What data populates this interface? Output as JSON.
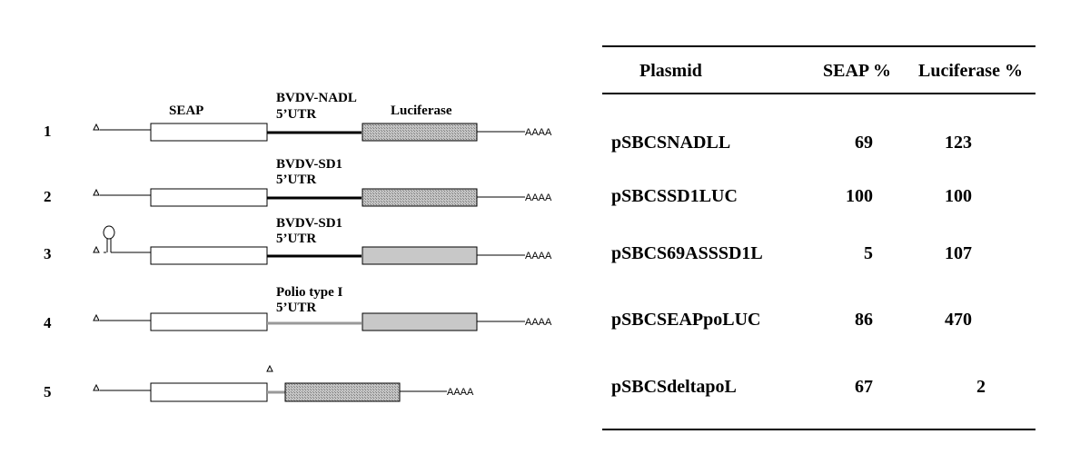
{
  "diagram": {
    "labels": {
      "seap": "SEAP",
      "luciferase": "Luciferase",
      "nadl_line1": "BVDV-NADL",
      "nadl_line2": "5’UTR",
      "sd1_line1": "BVDV-SD1",
      "sd1_line2": "5’UTR",
      "sd1b_line1": "BVDV-SD1",
      "sd1b_line2": "5’UTR",
      "polio_line1": "Polio type I",
      "polio_line2": "5’UTR"
    },
    "rows": [
      {
        "num": "1",
        "polyA": "AAAA"
      },
      {
        "num": "2",
        "polyA": "AAAA"
      },
      {
        "num": "3",
        "polyA": "AAAA"
      },
      {
        "num": "4",
        "polyA": "AAAA"
      },
      {
        "num": "5",
        "polyA": "AAAA"
      }
    ]
  },
  "table": {
    "headers": {
      "plasmid": "Plasmid",
      "seap": "SEAP %",
      "luciferase": "Luciferase %"
    },
    "rows": [
      {
        "plasmid": "pSBCSNADLL",
        "seap": "69",
        "luciferase": "123"
      },
      {
        "plasmid": "pSBCSSD1LUC",
        "seap": "100",
        "luciferase": "100"
      },
      {
        "plasmid": "pSBCS69ASSSD1L",
        "seap": "5",
        "luciferase": "107"
      },
      {
        "plasmid": "pSBCSEAPpoLUC",
        "seap": "86",
        "luciferase": "470"
      },
      {
        "plasmid": "pSBCSdeltapoL",
        "seap": "67",
        "luciferase": "2"
      }
    ]
  },
  "colors": {
    "utr_bvdv": "#000000",
    "utr_polio": "#999999",
    "luciferase_hatched": "#b8b8b8",
    "luciferase_solid": "#c8c8c8"
  }
}
